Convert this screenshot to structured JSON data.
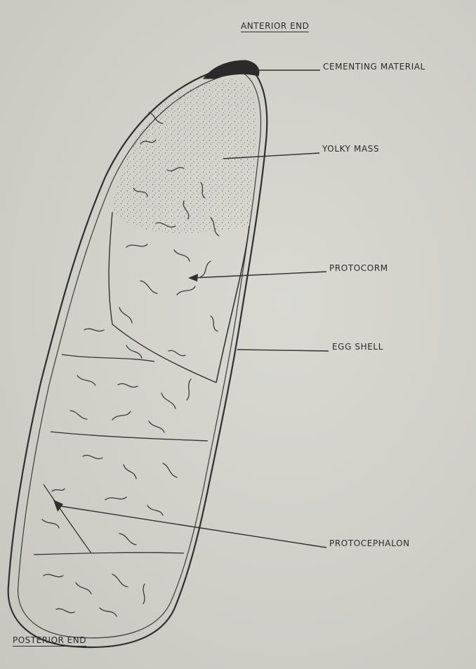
{
  "figure": {
    "ends": {
      "anterior": "ANTERIOR END",
      "posterior": "POSTERIOR END"
    },
    "labels": {
      "cementing_material": "CEMENTING MATERIAL",
      "yolky_mass": "YOLKY MASS",
      "protocorm": "PROTOCORM",
      "egg_shell": "EGG SHELL",
      "protocephalon": "PROTOCEPHALON"
    },
    "colors": {
      "background": "#d0d0c9",
      "ink": "#2b2b2b"
    }
  }
}
